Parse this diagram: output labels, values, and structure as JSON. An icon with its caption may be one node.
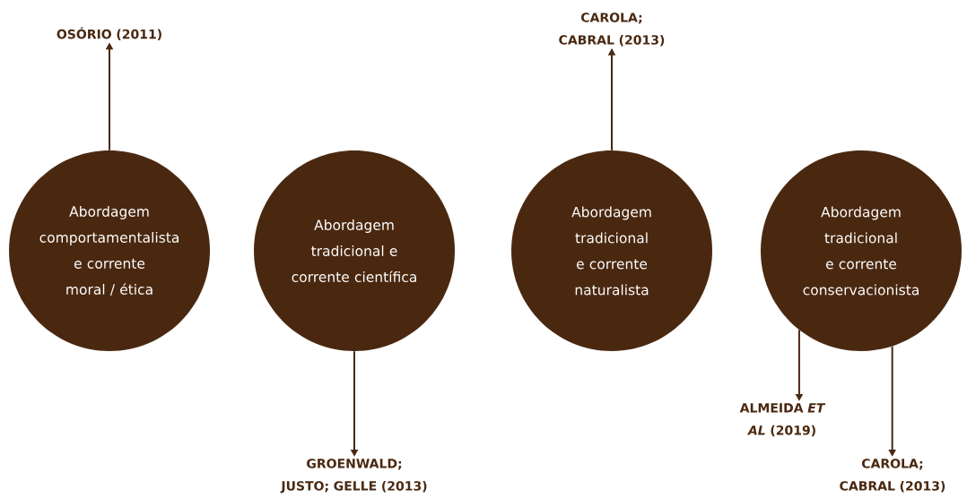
{
  "diagram": {
    "nodes": [
      {
        "text": [
          "Abordagem comportamentalista e corrente moral / ética"
        ]
      },
      {
        "text": [
          "Abordagem tradicional e corrente científica"
        ]
      },
      {
        "text": [
          "Abordagem tradicional e corrente naturalista"
        ]
      },
      {
        "text": [
          "Abordagem tradicional e corrente conservacionista"
        ]
      },
      {
        "text": [
          "OSÓRIO (2011)"
        ]
      },
      {
        "text": [
          "GROENWALD; JUSTO; GELLE (2013)"
        ]
      },
      {
        "text": [
          "CAROLA; CABRAL (2013)"
        ]
      },
      {
        "text": [
          "ALMEIDA *ET AL* (2019)"
        ]
      },
      {
        "text": [
          "CAROLA; CABRAL (2013)"
        ]
      }
    ],
    "edges": [
      {
        "from": 0,
        "to": 4,
        "arrow": "to"
      },
      {
        "from": 1,
        "to": 5,
        "arrow": "to"
      },
      {
        "from": 2,
        "to": 6,
        "arrow": "to"
      },
      {
        "from": 3,
        "to": 7,
        "arrow": "to"
      },
      {
        "from": 3,
        "to": 8,
        "arrow": "to"
      }
    ]
  }
}
